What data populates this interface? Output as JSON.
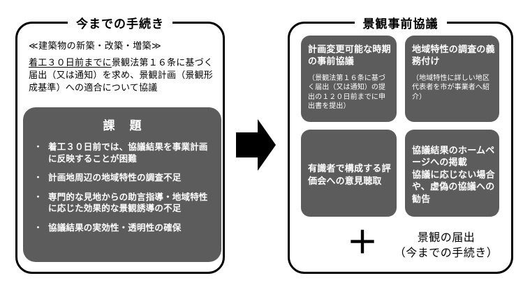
{
  "colors": {
    "page_bg": "#ffffff",
    "panel_border": "#000000",
    "box_gray": "#5c5c5c",
    "box_text": "#ffffff",
    "arrow_black": "#000000"
  },
  "left_panel": {
    "title": "今までの手続き",
    "category": "≪建築物の新築・改築・増築≫",
    "intro_underlined": "着工３０日前までに",
    "intro_rest": "景観法第１６条に基づく届出（又は通知）を求め、景観計画（景観形成基準）への適合について協議",
    "issues": {
      "title": "課　題",
      "bullet_marker": "・",
      "items": [
        "着工３０日前では、協議結果を事業計画に反映することが困難",
        "計画地周辺の地域特性の調査不足",
        "専門的な見地からの助言指導・地域特性に応じた効果的な景観誘導の不足",
        "協議結果の実効性・透明性の確保"
      ]
    }
  },
  "right_panel": {
    "title": "景観事前協議",
    "cards": [
      {
        "heading": "計画変更可能な時期の事前協議",
        "note": "（景観法第１６条に基づく届出（又は通知）の提出の１２０日前までに申出書を提出）"
      },
      {
        "heading": "地域特性の調査の義務付け",
        "note": "（地域特性に詳しい地区代表者を市が事業者へ紹介）"
      },
      {
        "body": "有識者で構成する評価会への意見聴取"
      },
      {
        "body_line1": "協議結果のホームページへの掲載",
        "body_line2": "協議に応じない場合や、虚偽の協議への勧告"
      }
    ],
    "plus_sign": "＋",
    "footer": {
      "line1": "景観の届出",
      "line2": "（今までの手続き）"
    }
  }
}
